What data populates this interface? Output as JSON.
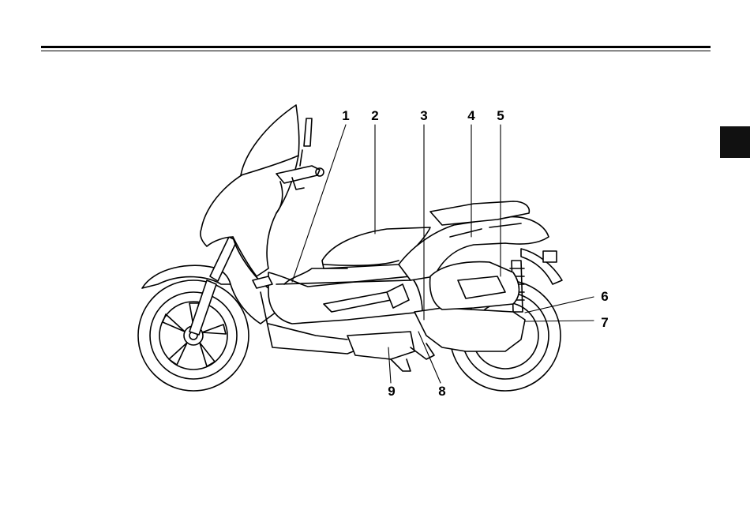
{
  "figure": {
    "callouts": {
      "c1": "1",
      "c2": "2",
      "c3": "3",
      "c4": "4",
      "c5": "5",
      "c6": "6",
      "c7": "7",
      "c8": "8",
      "c9": "9"
    }
  }
}
